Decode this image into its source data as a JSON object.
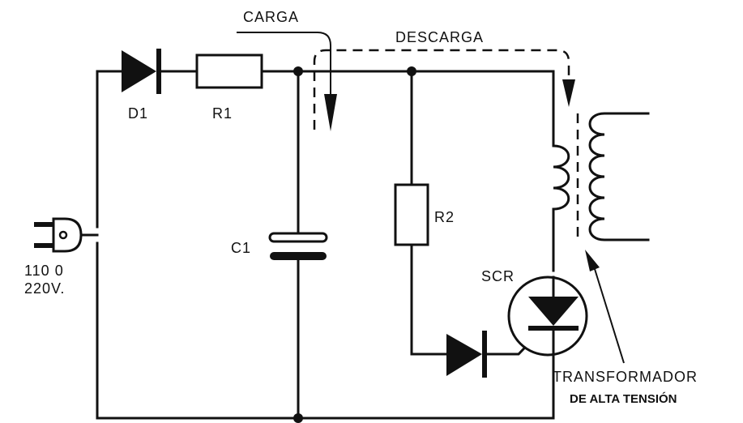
{
  "labels": {
    "carga": "CARGA",
    "descarga": "DESCARGA",
    "d1": "D1",
    "r1": "R1",
    "c1": "C1",
    "r2": "R2",
    "scr": "SCR",
    "voltage_line1": "110 0",
    "voltage_line2": "220V.",
    "transformer_line1": "TRANSFORMADOR",
    "transformer_line2": "DE ALTA TENSIÓN"
  }
}
